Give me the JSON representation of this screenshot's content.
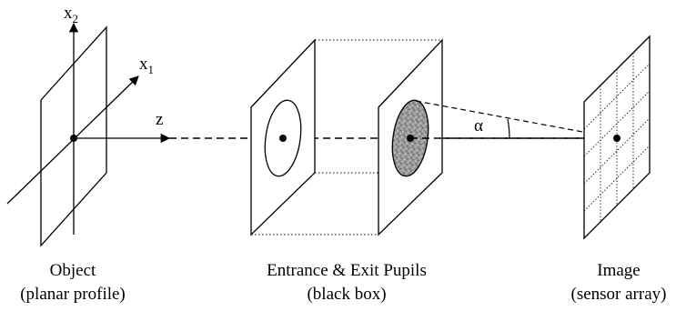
{
  "axes": {
    "x2": {
      "base": "x",
      "sub": "2"
    },
    "x1": {
      "base": "x",
      "sub": "1"
    },
    "z": "z"
  },
  "angle_label": "α",
  "captions": {
    "object": {
      "line1": "Object",
      "line2": "(planar profile)"
    },
    "pupils": {
      "line1": "Entrance & Exit Pupils",
      "line2": "(black box)"
    },
    "image": {
      "line1": "Image",
      "line2": "(sensor array)"
    }
  }
}
